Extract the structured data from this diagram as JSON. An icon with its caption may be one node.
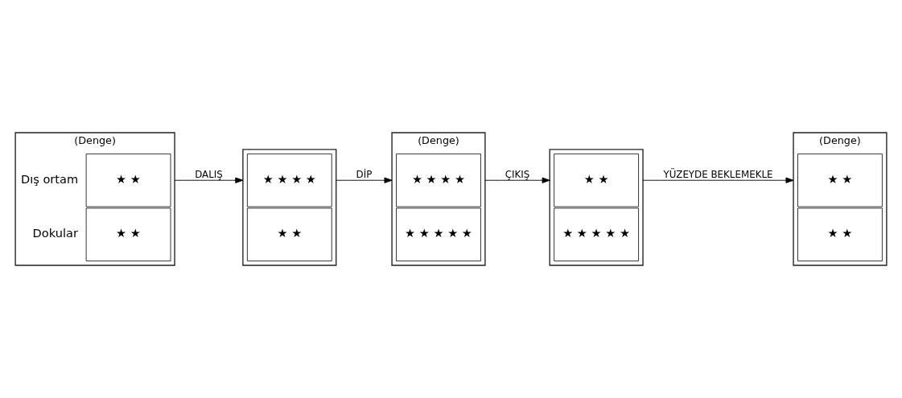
{
  "diagram": {
    "nodes": [
      {
        "text": [
          "(Denge)"
        ]
      },
      {
        "text": [
          "★ ★"
        ],
        "in": 0,
        "beside": [
          "Dış ortam"
        ]
      },
      {
        "text": [
          "★ ★"
        ],
        "in": 0,
        "beside": [
          "Dokular"
        ]
      },
      {
        "text": [],
        "shape": "box"
      },
      {
        "text": [
          "★ ★ ★ ★"
        ],
        "in": 3
      },
      {
        "text": [
          "★ ★"
        ],
        "in": 3
      },
      {
        "text": [
          "(Denge)"
        ]
      },
      {
        "text": [
          "★ ★ ★ ★"
        ],
        "in": 6
      },
      {
        "text": [
          "★ ★ ★ ★ ★"
        ],
        "in": 6
      },
      {
        "text": [],
        "shape": "box"
      },
      {
        "text": [
          "★ ★"
        ],
        "in": 9
      },
      {
        "text": [
          "★ ★ ★ ★ ★"
        ],
        "in": 9
      },
      {
        "text": [
          "(Denge)"
        ]
      },
      {
        "text": [
          "★ ★"
        ],
        "in": 12
      },
      {
        "text": [
          "★ ★"
        ],
        "in": 12
      }
    ],
    "edges": [
      {
        "from": 0,
        "to": 3,
        "arrow": "to",
        "label": "DALIŞ"
      },
      {
        "from": 3,
        "to": 6,
        "arrow": "to",
        "label": "DİP"
      },
      {
        "from": 6,
        "to": 9,
        "arrow": "to",
        "label": "ÇIKIŞ"
      },
      {
        "from": 9,
        "to": 12,
        "arrow": "to",
        "label": "YÜZEYDE BEKLEMEKLE"
      }
    ]
  }
}
